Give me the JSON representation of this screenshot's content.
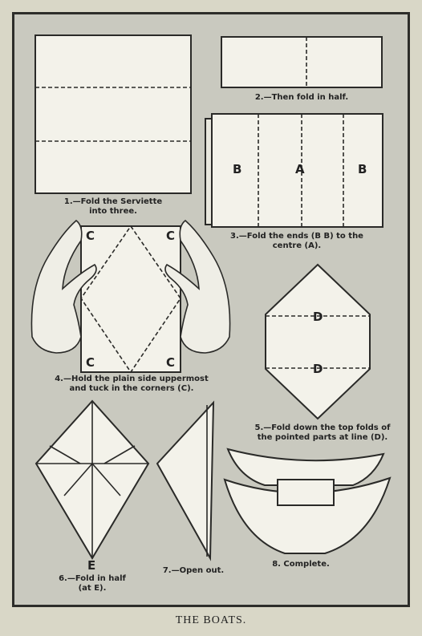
{
  "title": "THE BOATS.",
  "captions": {
    "step1": "1.—Fold the Serviette\ninto three.",
    "step2": "2.—Then fold in half.",
    "step3": "3.—Fold the ends (B B) to the\ncentre (A).",
    "step4": "4.—Hold the plain side uppermost\nand tuck in the corners (C).",
    "step5": "5.—Fold down the top folds of\nthe pointed parts at line (D).",
    "step6": "6.—Fold in half\n(at E).",
    "step7": "7.—Open out.",
    "step8": "8. Complete."
  },
  "labels": {
    "b": "B",
    "a": "A",
    "c": "C",
    "d": "D",
    "e": "E"
  }
}
